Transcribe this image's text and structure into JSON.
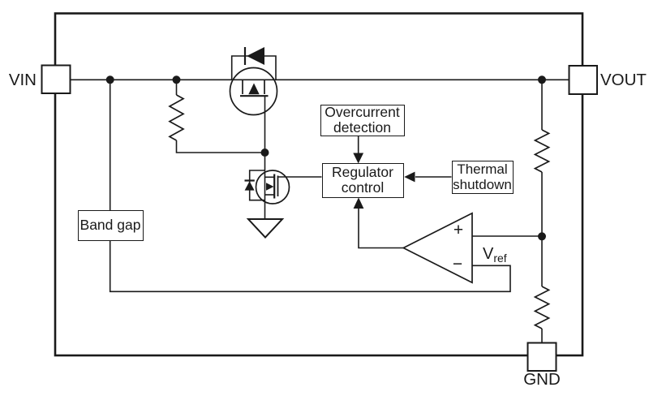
{
  "diagram_type": "ldo-regulator-block-diagram",
  "colors": {
    "line": "#1a1a1a",
    "background": "#ffffff",
    "box_fill": "#ffffff",
    "box_border": "#1a1a1a"
  },
  "pins": {
    "vin": "VIN",
    "vout": "VOUT",
    "gnd": "GND"
  },
  "blocks": {
    "band_gap": {
      "label": "Band gap"
    },
    "overcurrent": {
      "line1": "Overcurrent",
      "line2": "detection"
    },
    "regulator": {
      "line1": "Regulator",
      "line2": "control"
    },
    "thermal": {
      "line1": "Thermal",
      "line2": "shutdown"
    }
  },
  "amplifier": {
    "plus_label": "+",
    "minus_label": "−",
    "vref_base": "V",
    "vref_sub": "ref"
  },
  "symbols": [
    "ic-boundary-icon",
    "pmos-pass-transistor-icon",
    "body-diode-icon",
    "gate-resistor-icon",
    "gate-pulldown-mosfet-icon",
    "pulldown-body-diode-icon",
    "ground-icon",
    "error-amplifier-icon",
    "feedback-resistor-top-icon",
    "feedback-resistor-bottom-icon",
    "junction-node-icon",
    "pin-pad-icon",
    "arrowhead-icon"
  ]
}
